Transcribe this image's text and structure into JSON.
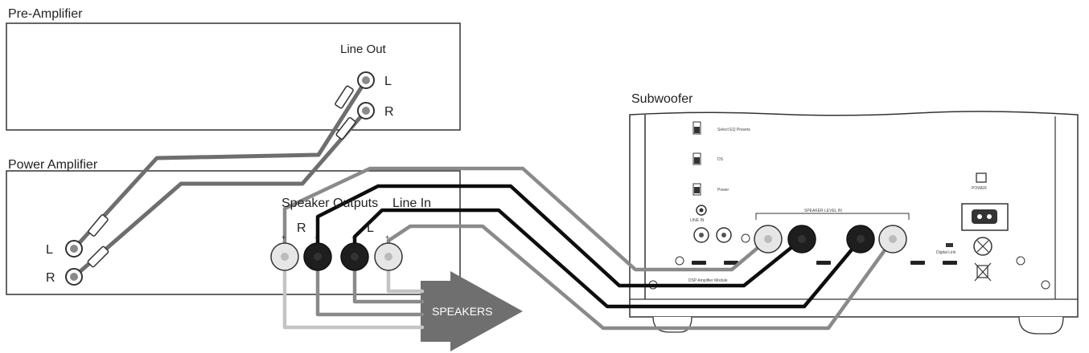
{
  "labels": {
    "pre_amplifier": "Pre-Amplifier",
    "power_amplifier": "Power Amplifier",
    "subwoofer": "Subwoofer",
    "line_out": "Line Out",
    "line_out_l": "L",
    "line_out_r": "R",
    "power_l": "L",
    "power_r": "R",
    "speaker_outputs": "Speaker Outputs",
    "line_in": "Line In",
    "spk_r": "R",
    "spk_l": "L",
    "plus": "+",
    "minus": "−",
    "speakers": "SPEAKERS"
  },
  "subwoofer_panel": {
    "switch_1": "Select EQ Presets",
    "switch_2": "DS",
    "switch_3": "Power",
    "line_in_jack": "LINE IN",
    "speaker_level": "SPEAKER LEVEL IN",
    "power": "POWER",
    "digital_link": "Digital Link",
    "info": "DSP Amplifier Module"
  },
  "colors": {
    "outline": "#333333",
    "cable_dark": "#0d0d0d",
    "cable_mid": "#6e6e6e",
    "cable_light": "#a9a9a9",
    "arrow": "#6f6f6f"
  }
}
